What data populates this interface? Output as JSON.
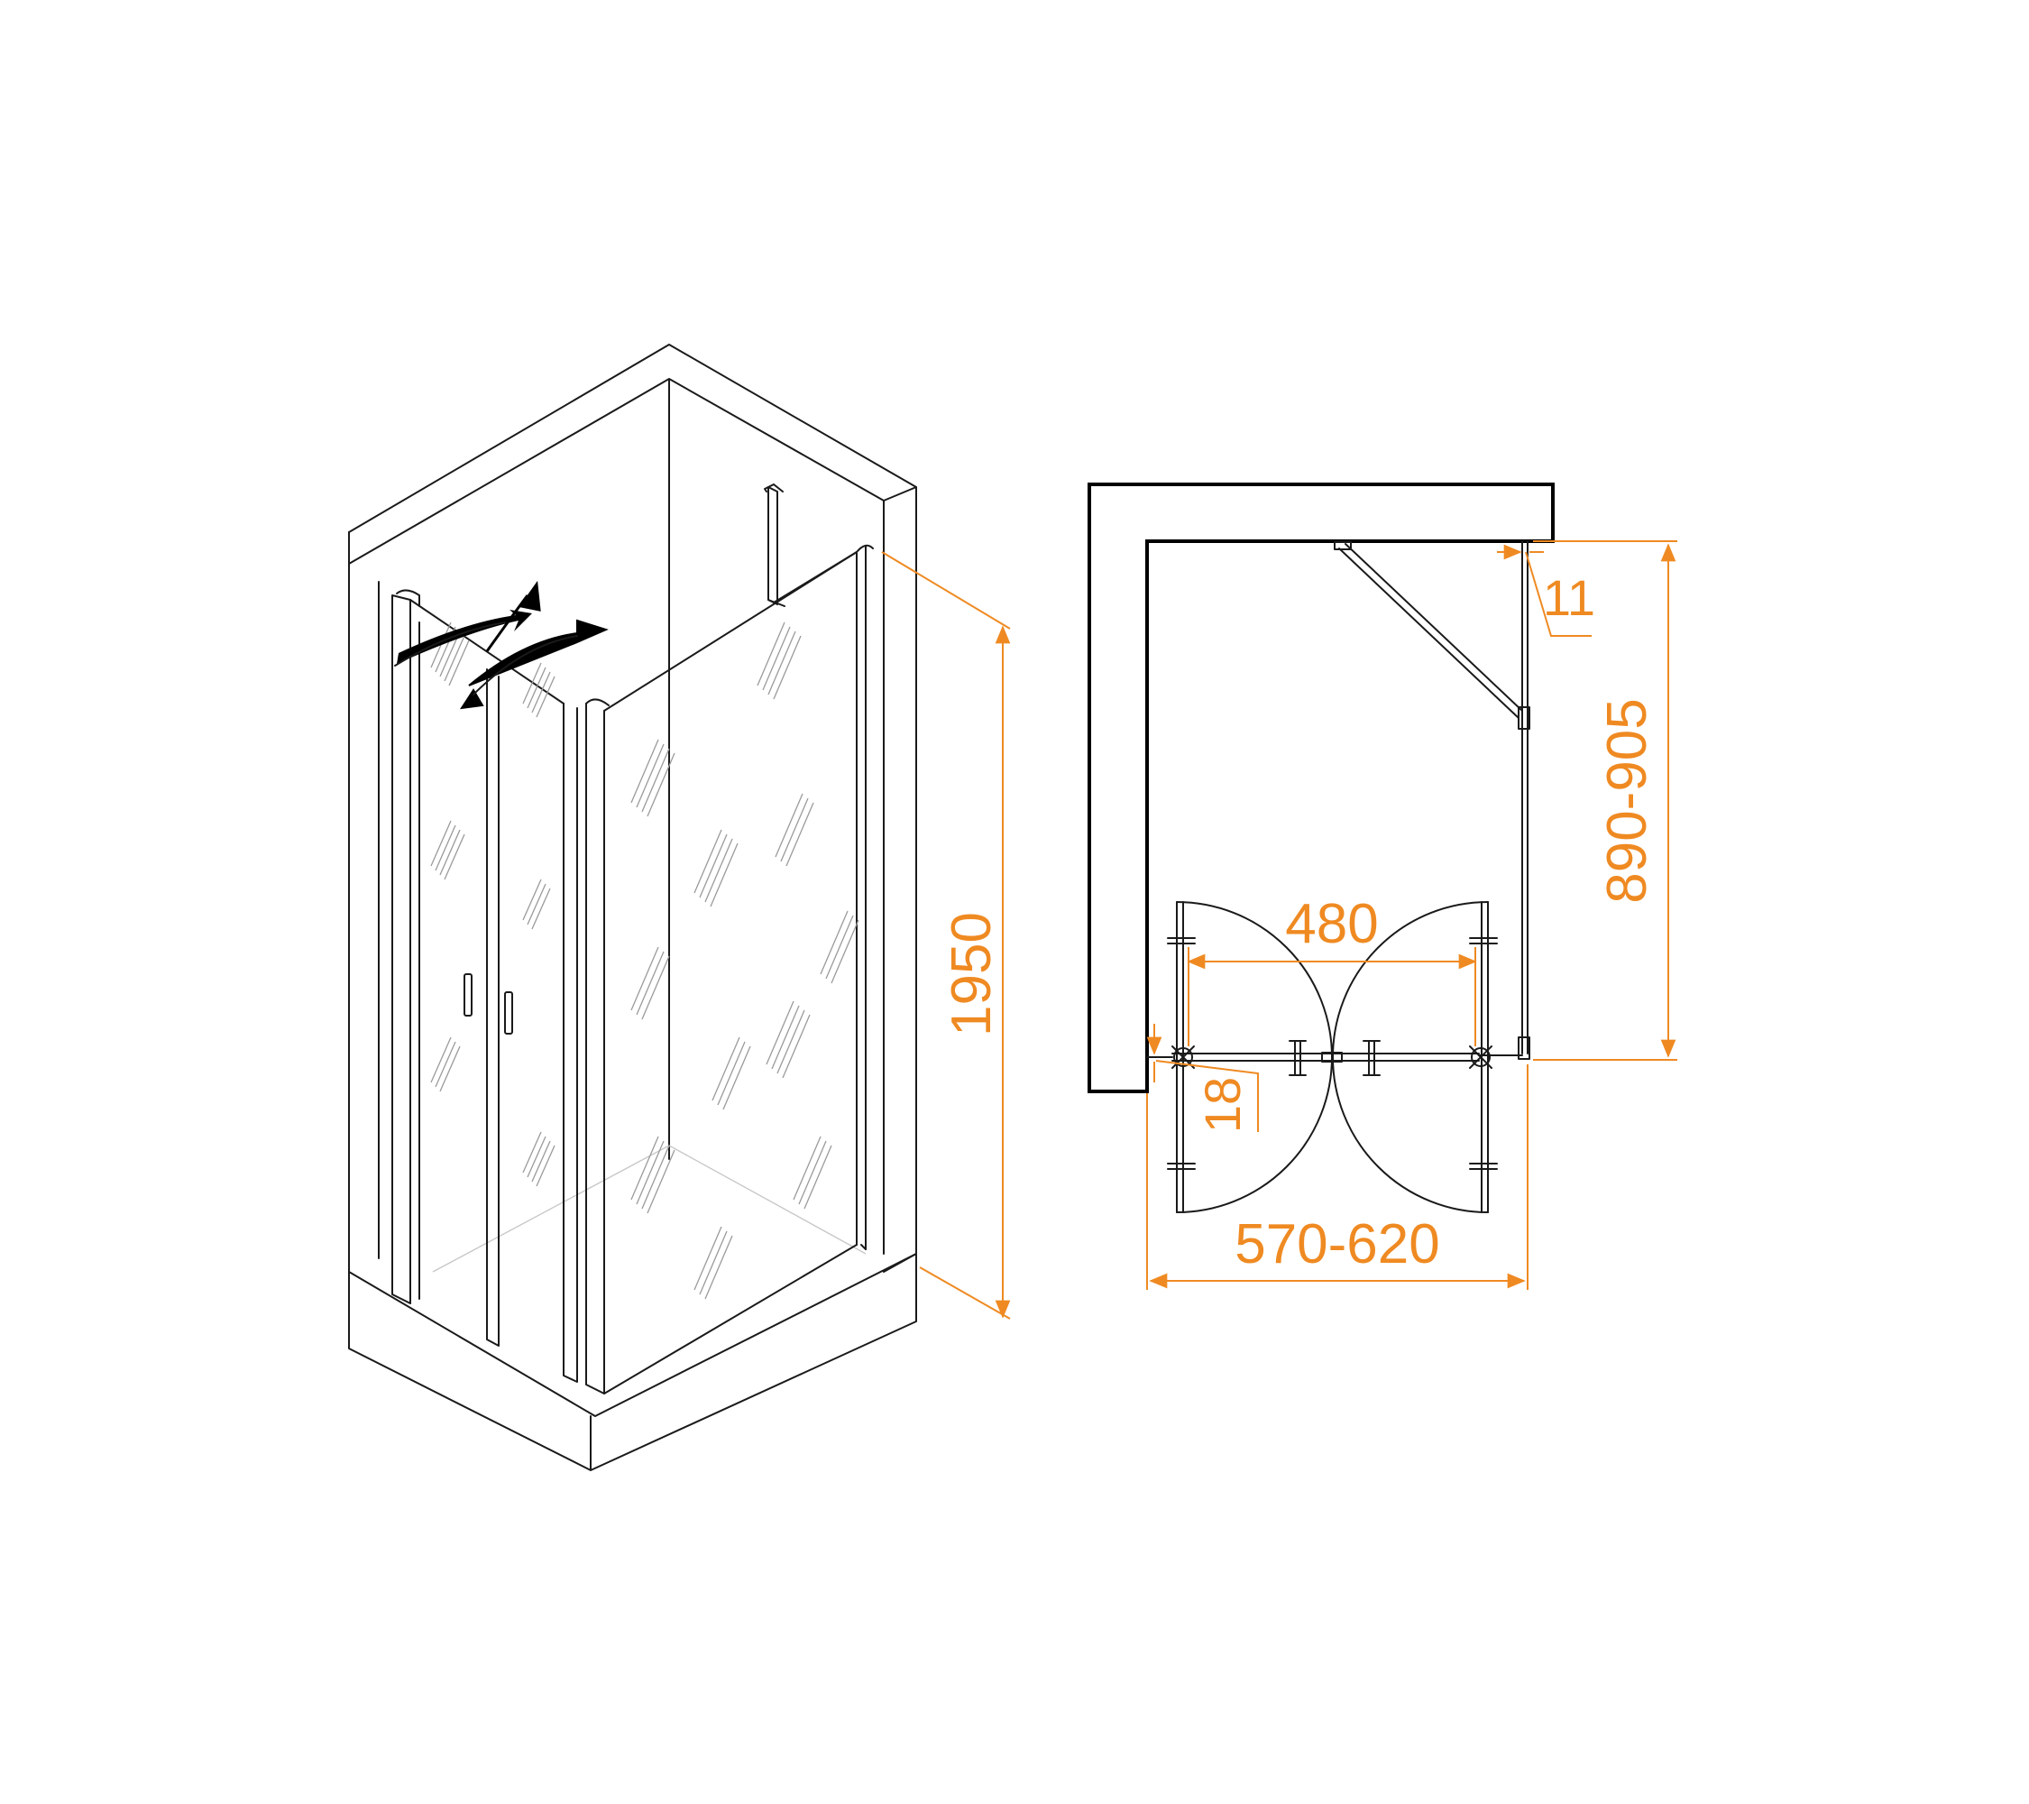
{
  "colors": {
    "line": "#1a1a1a",
    "dimension": "#ef8a22",
    "glass_hatch": "#9a9a9a",
    "background": "#ffffff"
  },
  "dimensions": {
    "height": "1950",
    "depth": "890-905",
    "width": "570-620",
    "door_opening": "480",
    "wall_gap": "11",
    "profile_offset": "18"
  }
}
